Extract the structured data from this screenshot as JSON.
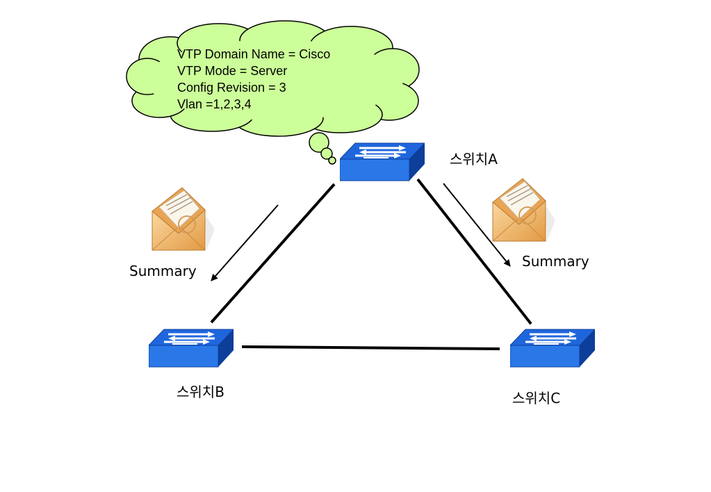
{
  "cloud": {
    "lines": [
      "VTP Domain Name = Cisco",
      "VTP Mode = Server",
      "Config Revision = 3",
      "Vlan =1,2,3,4"
    ],
    "fill": "#ccff99",
    "stroke": "#000000"
  },
  "switches": {
    "a": {
      "label": "스위치A",
      "icon": "network-switch-icon"
    },
    "b": {
      "label": "스위치B",
      "icon": "network-switch-icon"
    },
    "c": {
      "label": "스위치C",
      "icon": "network-switch-icon"
    }
  },
  "messages": {
    "left": {
      "label": "Summary",
      "icon": "envelope-letter-icon"
    },
    "right": {
      "label": "Summary",
      "icon": "envelope-letter-icon"
    }
  },
  "colors": {
    "switch_top": "#1f66dd",
    "switch_front": "#2a78e8",
    "switch_side": "#0d3e9a",
    "envelope": "#f0b66a",
    "link": "#000000"
  }
}
